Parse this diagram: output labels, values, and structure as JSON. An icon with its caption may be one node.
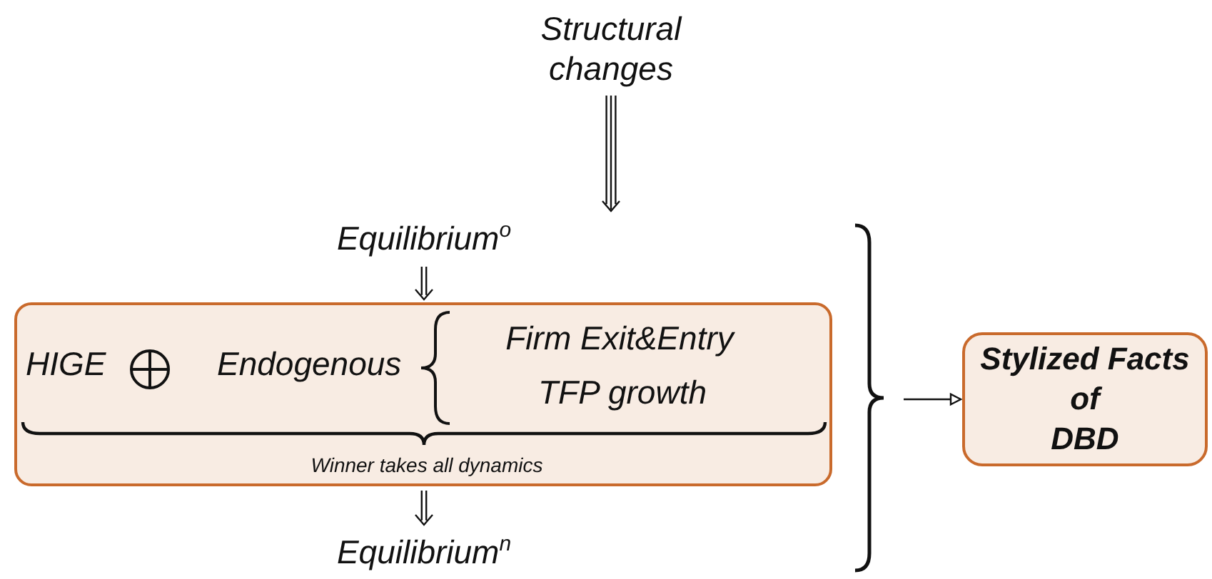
{
  "diagram": {
    "nodes": [
      {
        "text": [
          "Structural changes"
        ]
      },
      {
        "text": [
          "Equilibrium$^{o}$"
        ]
      },
      {
        "text": [
          "HIGE",
          "Endogenous",
          "Firm Exit&Entry",
          "TFP growth",
          "Winner takes all dynamics"
        ]
      },
      {
        "text": [
          "Equilibrium$^{n}$"
        ]
      },
      {
        "text": [
          "Stylized Facts",
          "of",
          "DBD"
        ]
      }
    ],
    "edges": [
      {
        "from": 0,
        "to": null,
        "arrow": "to"
      },
      {
        "from": 1,
        "to": 2,
        "arrow": "to"
      },
      {
        "from": 2,
        "to": 3,
        "arrow": "to"
      },
      {
        "from": null,
        "to": 4,
        "arrow": "to"
      }
    ]
  }
}
